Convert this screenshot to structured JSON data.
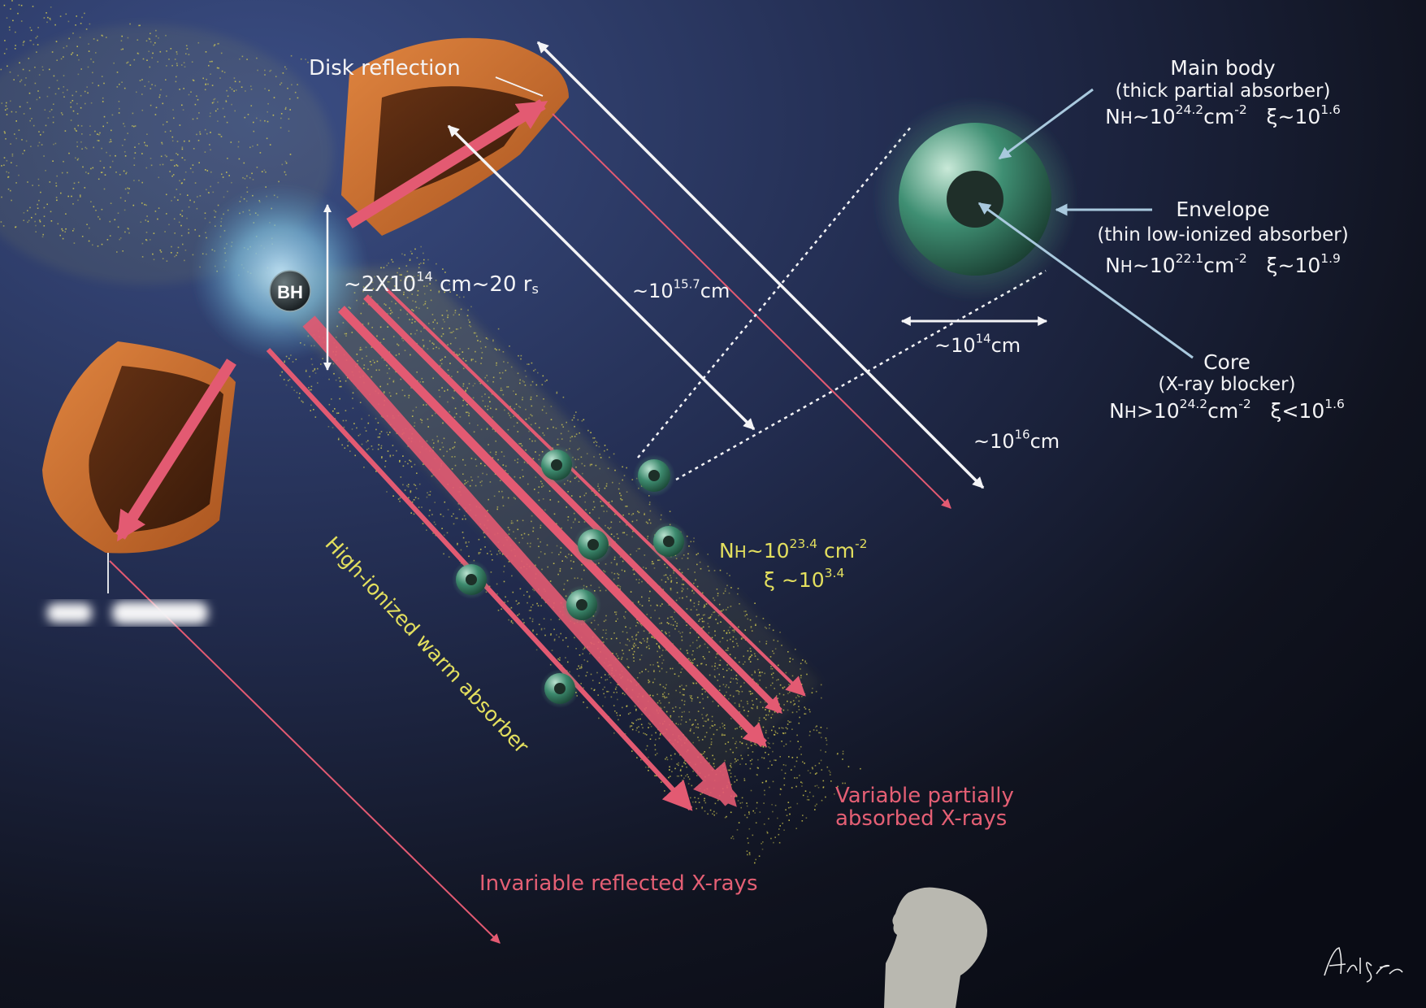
{
  "labels": {
    "disk_reflection": "Disk reflection",
    "bh": "BH",
    "size_bh": {
      "base": "~2X10",
      "exp": "14",
      "mid": " cm~20 r",
      "sub": "s"
    },
    "dist_157": {
      "base": "~10",
      "exp": "15.7",
      "unit": "cm"
    },
    "dist_16": {
      "base": "~10",
      "exp": "16",
      "unit": "cm"
    },
    "cloud_size": {
      "base": "~10",
      "exp": "14",
      "unit": "cm"
    },
    "main_body": {
      "title": "Main body",
      "subtitle": "(thick partial absorber)",
      "nh_prefix": "N",
      "nh_sub": "H",
      "nh_rel": "~10",
      "nh_exp": "24.2",
      "nh_unit": "cm",
      "nh_unit_exp": "-2",
      "xi_prefix": "ξ~10",
      "xi_exp": "1.6"
    },
    "envelope": {
      "title": "Envelope",
      "subtitle": "(thin low-ionized absorber)",
      "nh_prefix": "N",
      "nh_sub": "H",
      "nh_rel": "~10",
      "nh_exp": "22.1",
      "nh_unit": "cm",
      "nh_unit_exp": "-2",
      "xi_prefix": "ξ~10",
      "xi_exp": "1.9"
    },
    "core": {
      "title": "Core",
      "subtitle": "(X-ray blocker)",
      "nh_prefix": "N",
      "nh_sub": "H",
      "nh_rel": ">10",
      "nh_exp": "24.2",
      "nh_unit": "cm",
      "nh_unit_exp": "-2",
      "xi_prefix": "ξ<10",
      "xi_exp": "1.6"
    },
    "warm": {
      "nh_prefix": "N",
      "nh_sub": "H",
      "nh_rel": "~10",
      "nh_exp": "23.4",
      "nh_unit": " cm",
      "nh_unit_exp": "-2",
      "xi_prefix": "ξ ~10",
      "xi_exp": "3.4"
    },
    "warm_absorber": "High-ionized warm absorber",
    "variable_1": "Variable partially",
    "variable_2": "absorbed X-rays",
    "invariable": "Invariable reflected X-rays",
    "signature": "AkiSato"
  },
  "colors": {
    "background_top": "#3b4e85",
    "background_bottom": "#0a0c15",
    "disk": "#c4692d",
    "beam": "#e35a72",
    "dust": "#dcd350",
    "cloud": "#3d8a6e",
    "label_arrow": "#a9c9de",
    "white": "#f4f4f6"
  }
}
